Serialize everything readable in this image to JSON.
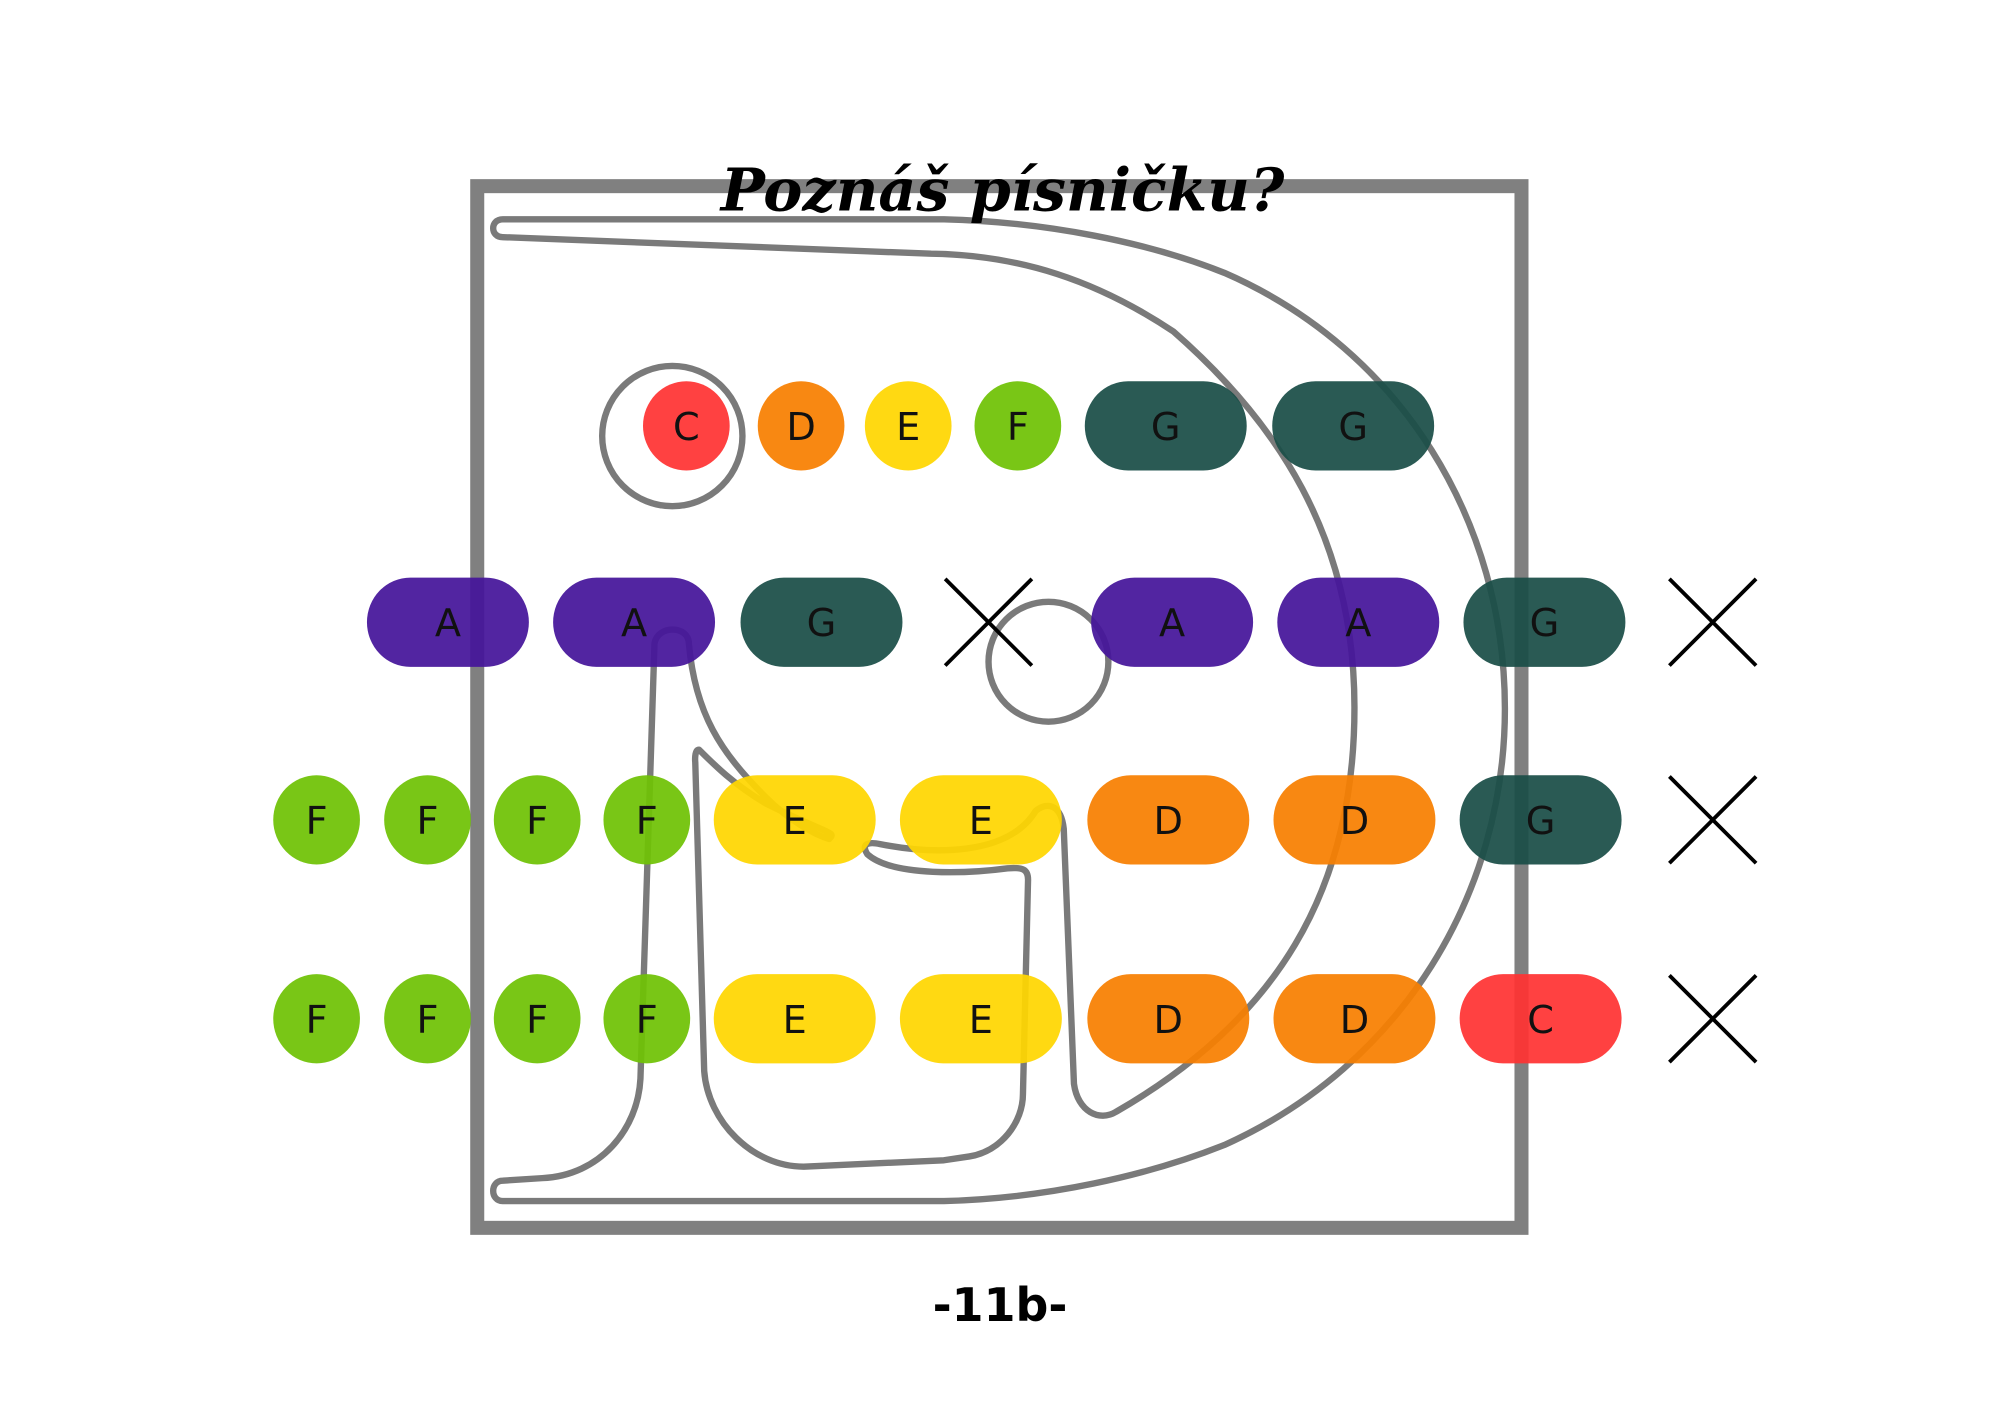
{
  "title": "Poznáš písničku?",
  "footer": "-11b-",
  "colors": {
    "C": "#ff3333",
    "D": "#f77f00",
    "E": "#ffd600",
    "F": "#6fc204",
    "G": "#1a4d47",
    "A": "#45149a",
    "frame": "#808080"
  },
  "rows": [
    [
      {
        "note": "C",
        "kind": "short"
      },
      {
        "note": "D",
        "kind": "short"
      },
      {
        "note": "E",
        "kind": "short"
      },
      {
        "note": "F",
        "kind": "short"
      },
      {
        "note": "G",
        "kind": "long"
      },
      {
        "note": "G",
        "kind": "long"
      }
    ],
    [
      {
        "note": "A",
        "kind": "long"
      },
      {
        "note": "A",
        "kind": "long"
      },
      {
        "note": "G",
        "kind": "long"
      },
      {
        "note": "",
        "kind": "rest"
      },
      {
        "note": "A",
        "kind": "long"
      },
      {
        "note": "A",
        "kind": "long"
      },
      {
        "note": "G",
        "kind": "long"
      },
      {
        "note": "",
        "kind": "rest"
      }
    ],
    [
      {
        "note": "F",
        "kind": "short"
      },
      {
        "note": "F",
        "kind": "short"
      },
      {
        "note": "F",
        "kind": "short"
      },
      {
        "note": "F",
        "kind": "short"
      },
      {
        "note": "E",
        "kind": "long"
      },
      {
        "note": "E",
        "kind": "long"
      },
      {
        "note": "D",
        "kind": "long"
      },
      {
        "note": "D",
        "kind": "long"
      },
      {
        "note": "G",
        "kind": "long"
      },
      {
        "note": "",
        "kind": "rest"
      }
    ],
    [
      {
        "note": "F",
        "kind": "short"
      },
      {
        "note": "F",
        "kind": "short"
      },
      {
        "note": "F",
        "kind": "short"
      },
      {
        "note": "F",
        "kind": "short"
      },
      {
        "note": "E",
        "kind": "long"
      },
      {
        "note": "E",
        "kind": "long"
      },
      {
        "note": "D",
        "kind": "long"
      },
      {
        "note": "D",
        "kind": "long"
      },
      {
        "note": "C",
        "kind": "long"
      },
      {
        "note": "",
        "kind": "rest"
      }
    ]
  ]
}
